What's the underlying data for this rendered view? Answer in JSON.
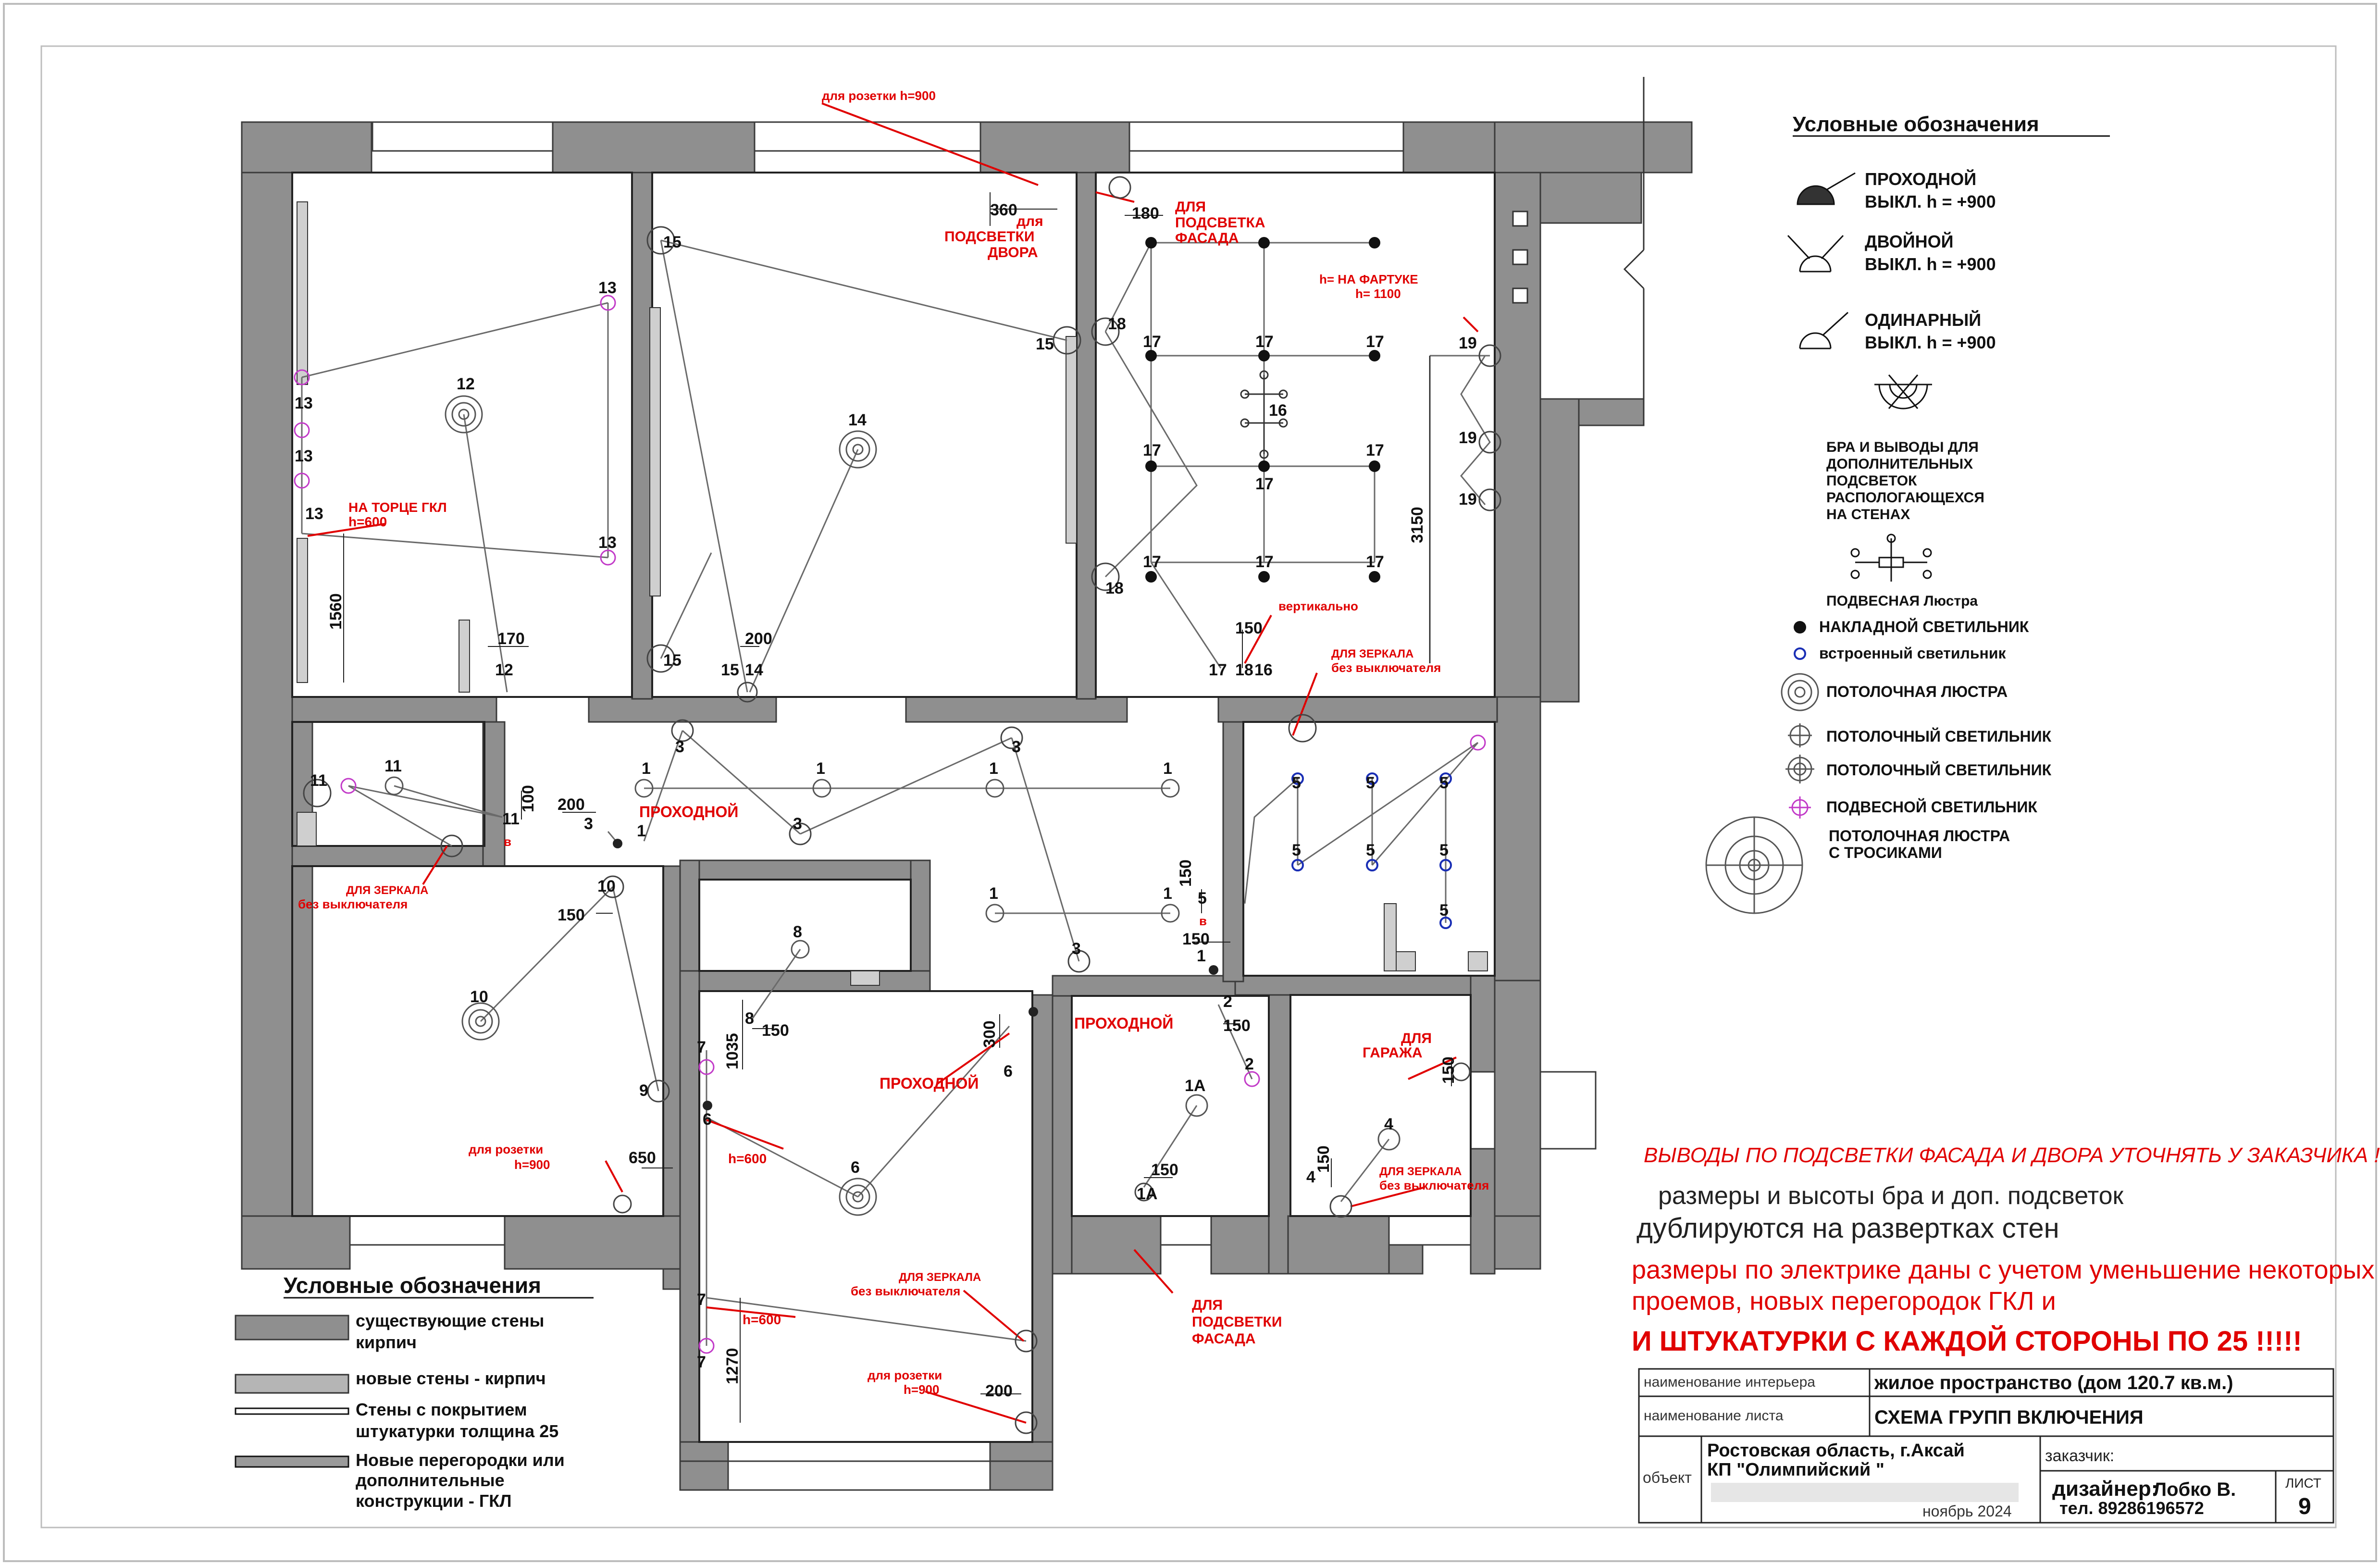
{
  "colors": {
    "wall": "#8f8f8f",
    "wall_stroke": "#3a3a3a",
    "accent_red": "#e00000",
    "wire": "#6a6a6a",
    "built_in_light": "#1a2fb5",
    "pendant_light": "#c23ac8"
  },
  "icons": {
    "pass_switch": "half-disc-icon",
    "double_switch": "double-switch-icon",
    "single_switch": "single-switch-icon",
    "sconce": "sconce-icon",
    "pendant_chandelier": "pendant-chandelier-icon",
    "surface_light": "filled-dot-icon",
    "built_in_light": "ring-icon",
    "ceiling_chandelier": "concentric-circles-icon",
    "ceiling_light": "cross-circle-icon",
    "pendant_light": "pink-cross-circle-icon",
    "cable_chandelier": "large-concentric-circles-icon"
  },
  "legend_right": {
    "title": "Условные обозначения",
    "pass_switch": [
      "ПРОХОДНОЙ",
      "ВЫКЛ. h = +900"
    ],
    "double_switch": [
      "ДВОЙНОЙ",
      "ВЫКЛ. h = +900"
    ],
    "single_switch": [
      "ОДИНАРНЫЙ",
      "ВЫКЛ. h = +900"
    ],
    "sconce": [
      "БРА И ВЫВОДЫ ДЛЯ",
      "ДОПОЛНИТЕЛЬНЫХ",
      "ПОДСВЕТОК",
      "РАСПОЛОГАЮЩЕХСЯ",
      "НА СТЕНАХ"
    ],
    "pendant_chandelier": "ПОДВЕСНАЯ Люстра",
    "surface_light": "НАКЛАДНОЙ СВЕТИЛЬНИК",
    "built_in_light": "встроенный светильник",
    "ceiling_chandelier": "ПОТОЛОЧНАЯ ЛЮСТРА",
    "ceiling_light_1": "ПОТОЛОЧНЫЙ СВЕТИЛЬНИК",
    "ceiling_light_2": "ПОТОЛОЧНЫЙ СВЕТИЛЬНИК",
    "pendant_light": "ПОДВЕСНОЙ СВЕТИЛЬНИК",
    "cable_chandelier": [
      "ПОТОЛОЧНАЯ ЛЮСТРА",
      "С ТРОСИКАМИ"
    ]
  },
  "legend_left": {
    "title": "Условные обозначения",
    "existing_walls": [
      "существующие стены",
      "кирпич"
    ],
    "new_walls": "новые стены - кирпич",
    "plaster_walls": [
      "Стены с покрытием",
      "штукатурки толщина 25"
    ],
    "gkl": [
      "Новые перегородки или",
      "дополнительные",
      "конструкции - ГКЛ"
    ]
  },
  "notes": {
    "line1": "ВЫВОДЫ ПО ПОДСВЕТКИ ФАСАДА И ДВОРА УТОЧНЯТЬ У ЗАКАЗЧИКА !!!",
    "line2": "размеры и высоты бра и доп. подсветок",
    "line3": "дублируются на развертках стен",
    "line4": "размеры по электрике даны с учетом уменьшение некоторых",
    "line5": "проемов, новых перегородок ГКЛ и",
    "line6": "И ШТУКАТУРКИ С КАЖДОЙ СТОРОНЫ ПО 25 !!!!!"
  },
  "stamp": {
    "interior_label": "наименование интерьера",
    "interior_value": "жилое пространство (дом 120.7 кв.м.)",
    "sheet_label": "наименование листа",
    "sheet_value": "СХЕМА ГРУПП ВКЛЮЧЕНИЯ",
    "customer_label": "заказчик:",
    "object_label": "объект",
    "object_line1": "Ростовская область, г.Аксай",
    "object_line2": "КП \"Олимпийский \"",
    "date": "ноябрь 2024",
    "designer_label": "дизайнер:",
    "designer_name": "Лобко В.",
    "phone": "тел. 89286196572",
    "sheet_word": "ЛИСТ",
    "sheet_number": "9"
  },
  "annotations": {
    "socket_900_top": "для розетки h=900",
    "yard_light": [
      "для",
      "ПОДСВЕТКИ",
      "ДВОРА"
    ],
    "facade_light_top": [
      "ДЛЯ",
      "ПОДСВЕТКА",
      "ФАСАДА"
    ],
    "apron": [
      "h= НА ФАРТУКЕ",
      "h= 1100"
    ],
    "gkl_end": [
      "НА ТОРЦЕ ГКЛ",
      "h=600"
    ],
    "vertical": "вертикально",
    "mirror_1": [
      "ДЛЯ ЗЕРКАЛА",
      "без выключателя"
    ],
    "pass_1": "ПРОХОДНОЙ",
    "mirror_2": [
      "ДЛЯ ЗЕРКАЛА",
      "без выключателя"
    ],
    "socket_900_left": [
      "для розетки",
      "h=900"
    ],
    "pass_2": "ПРОХОДНОЙ",
    "pass_3": "ПРОХОДНОЙ",
    "h600_a": "h=600",
    "h600_b": "h=600",
    "garage": [
      "ДЛЯ",
      "ГАРАЖА"
    ],
    "mirror_3": [
      "ДЛЯ ЗЕРКАЛА",
      "без выключателя"
    ],
    "mirror_4": [
      "ДЛЯ ЗЕРКАЛА",
      "без выключателя"
    ],
    "socket_900_bottom": [
      "для розетки",
      "h=900"
    ],
    "facade_light_bottom": [
      "ДЛЯ",
      "ПОДСВЕТКИ",
      "ФАСАДА"
    ],
    "letter_v1": "в",
    "letter_v2": "в"
  },
  "dimensions": {
    "d360": "360",
    "d180": "180",
    "d3150": "3150",
    "d1560": "1560",
    "d170": "170",
    "d200a": "200",
    "d150a": "150",
    "d100": "100",
    "d200b": "200",
    "d150b": "150",
    "d150c": "150",
    "d150d": "150",
    "d1035": "1035",
    "d150e": "150",
    "d300": "300",
    "d150f": "150",
    "d650": "650",
    "d1270": "1270",
    "d200c": "200",
    "d150g": "150",
    "d150h": "150",
    "d150i": "150",
    "d150j": "150"
  },
  "group_labels": [
    "15",
    "15",
    "15",
    "15",
    "14",
    "14",
    "13",
    "13",
    "13",
    "13",
    "13",
    "13",
    "12",
    "12",
    "18",
    "18",
    "18",
    "17",
    "17",
    "17",
    "17",
    "17",
    "17",
    "17",
    "17",
    "17",
    "17",
    "17",
    "17",
    "17",
    "16",
    "16",
    "19",
    "19",
    "19",
    "11",
    "11",
    "11",
    "3",
    "3",
    "3",
    "3",
    "3",
    "1",
    "1",
    "1",
    "1",
    "1",
    "1",
    "1",
    "1",
    "5",
    "5",
    "5",
    "5",
    "5",
    "5",
    "5",
    "5",
    "10",
    "10",
    "9",
    "8",
    "8",
    "7",
    "7",
    "7",
    "6",
    "6",
    "6",
    "2",
    "2",
    "1А",
    "1А",
    "4",
    "4",
    "5"
  ]
}
